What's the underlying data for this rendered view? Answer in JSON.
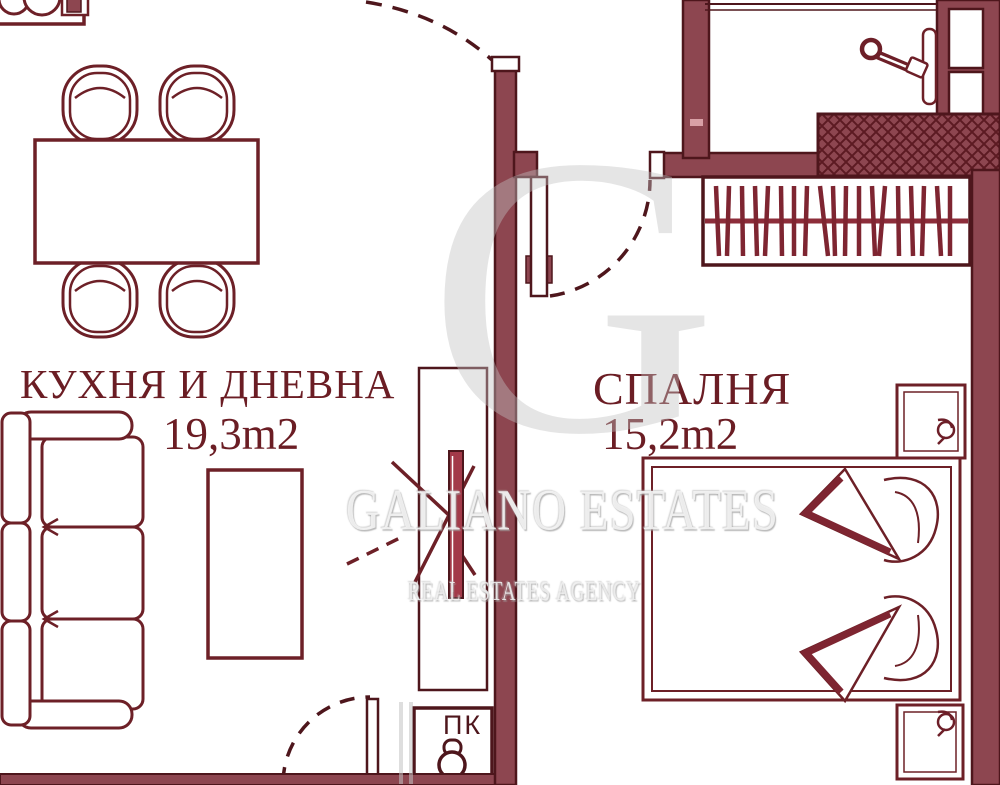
{
  "rooms": [
    {
      "name": "КУХНЯ И ДНЕВНА",
      "area": "19,3m2"
    },
    {
      "name": "СПАЛНЯ",
      "area": "15,2m2"
    }
  ],
  "labels": {
    "fire_cabinet": "ПК"
  },
  "watermark": {
    "monogram": "G",
    "line1": "GALIANO ESTATES",
    "line2": "REAL ESTATES AGENCY"
  },
  "colors": {
    "wall_fill": "#8d4650",
    "outline_dark": "#4e161c",
    "furniture_line": "#6d2027",
    "label_text": "#6b1d24",
    "tv_accent": "#a33a49",
    "hatch_line": "#5c1a22",
    "watermark_gray": "#c1c1c1",
    "background": "#ffffff"
  }
}
